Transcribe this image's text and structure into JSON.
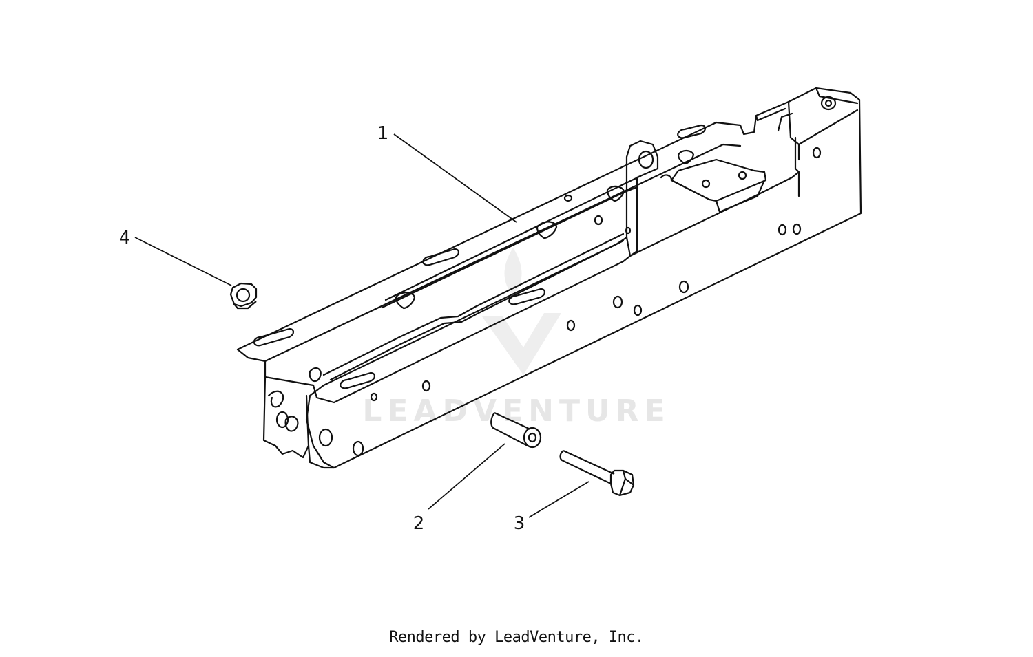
{
  "diagram": {
    "callouts": [
      {
        "id": "1",
        "label": "1"
      },
      {
        "id": "2",
        "label": "2"
      },
      {
        "id": "3",
        "label": "3"
      },
      {
        "id": "4",
        "label": "4"
      }
    ],
    "watermark": "LEADVENTURE",
    "credit": "Rendered by LeadVenture, Inc."
  },
  "colors": {
    "line": "#111111",
    "watermark": "#e6e6e6",
    "background": "#ffffff"
  }
}
